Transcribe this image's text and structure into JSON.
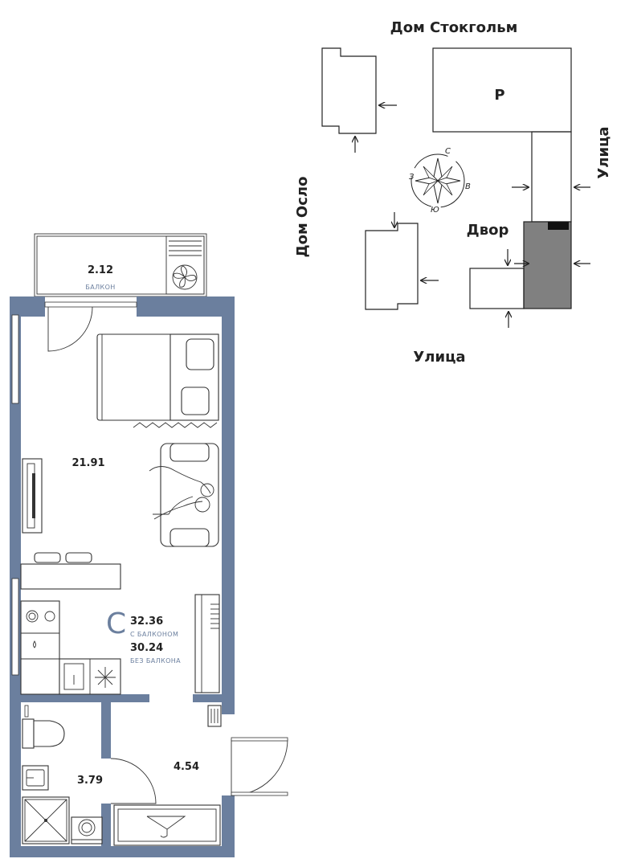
{
  "site_plan": {
    "building_top": "Дом Стокгольм",
    "building_left": "Дом Осло",
    "parking_label": "P",
    "street_right": "Улица",
    "street_bottom": "Улица",
    "yard": "Двор",
    "compass": {
      "north": "С",
      "south": "Ю",
      "west": "З",
      "east": "В"
    },
    "highlight_color": "#808080"
  },
  "apartment": {
    "type_letter": "С",
    "total_with_balcony": "32.36",
    "with_balcony_label": "С БАЛКОНОМ",
    "total_without_balcony": "30.24",
    "without_balcony_label": "БЕЗ БАЛКОНА",
    "balcony_area": "2.12",
    "balcony_label": "БАЛКОН",
    "room_area": "21.91",
    "bathroom_area": "3.79",
    "hall_area": "4.54",
    "wall_color": "#6b7f9e"
  }
}
